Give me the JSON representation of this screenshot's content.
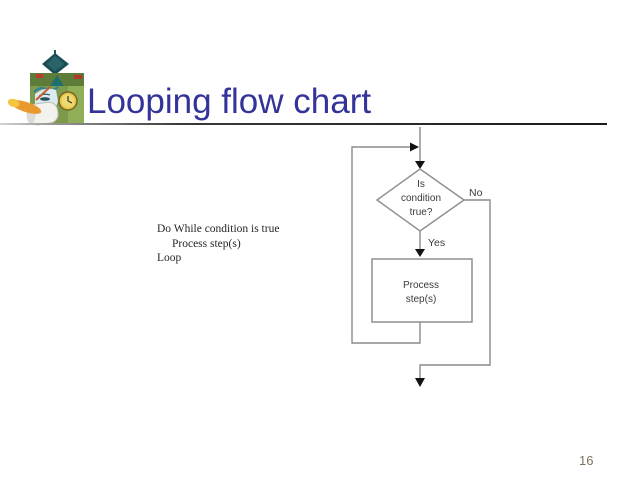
{
  "slide": {
    "title": "Looping flow chart",
    "page_number": "16"
  },
  "code": {
    "lines": [
      "Do While condition is true",
      "Process step(s)",
      "Loop"
    ]
  },
  "flowchart": {
    "decision": {
      "lines": [
        "Is",
        "condition",
        "true?"
      ]
    },
    "yes_label": "Yes",
    "no_label": "No",
    "process": {
      "lines": [
        "Process",
        "step(s)"
      ]
    }
  },
  "icons": {
    "logo": "computer-collage-logo-icon"
  },
  "colors": {
    "background": "#ffffff",
    "title_text": "#333399",
    "underline_gradient_left": "#cccccc",
    "underline_gradient_right": "#1a1a1a",
    "flow_line": "#8a8a8a",
    "flow_text": "#3a3a3a",
    "arrowhead": "#111111",
    "code_text": "#262626",
    "page_number": "#7c7262"
  }
}
